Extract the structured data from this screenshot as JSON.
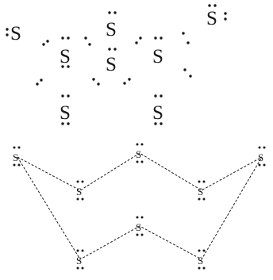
{
  "atoms": {
    "symbol": "S",
    "top_atoms_label": "S",
    "ring_atoms_label": "S"
  },
  "colors": {
    "ink": "#1a1a1a",
    "background": "#ffffff"
  }
}
